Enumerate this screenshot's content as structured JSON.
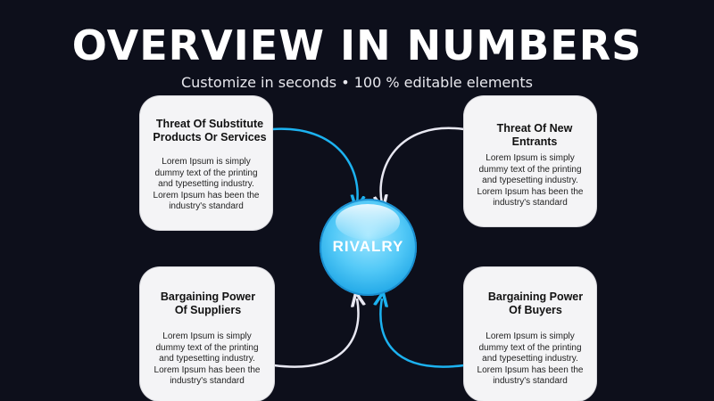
{
  "title": "OVERVIEW IN NUMBERS",
  "subtitle": "Customize in seconds • 100 % editable elements",
  "center": {
    "label": "RIVALRY"
  },
  "cards": {
    "tl": {
      "heading": [
        "Threat Of Substitute",
        "Products Or Services"
      ],
      "body": [
        "Lorem Ipsum is simply",
        "dummy text of the printing",
        "and typesetting industry.",
        "Lorem Ipsum has been the",
        "industry's standard"
      ]
    },
    "tr": {
      "heading": [
        "Threat Of New",
        "Entrants"
      ],
      "body": [
        "Lorem Ipsum is simply",
        "dummy text of the printing",
        "and typesetting industry.",
        "Lorem Ipsum has been the",
        "industry's standard"
      ]
    },
    "bl": {
      "heading": [
        "Bargaining Power",
        "Of Suppliers"
      ],
      "body": [
        "Lorem Ipsum is simply",
        "dummy text of the printing",
        "and typesetting industry.",
        "Lorem Ipsum has been the",
        "industry's standard"
      ]
    },
    "br": {
      "heading": [
        "Bargaining Power",
        "Of Buyers"
      ],
      "body": [
        "Lorem Ipsum is simply",
        "dummy text of the printing",
        "and typesetting industry.",
        "Lorem Ipsum has been the",
        "industry's standard"
      ]
    }
  },
  "colors": {
    "background": "#0d0f1b",
    "accent_blue": "#1cb2f0",
    "connector_white": "#e8e8f2",
    "card": "#f4f4f6"
  }
}
